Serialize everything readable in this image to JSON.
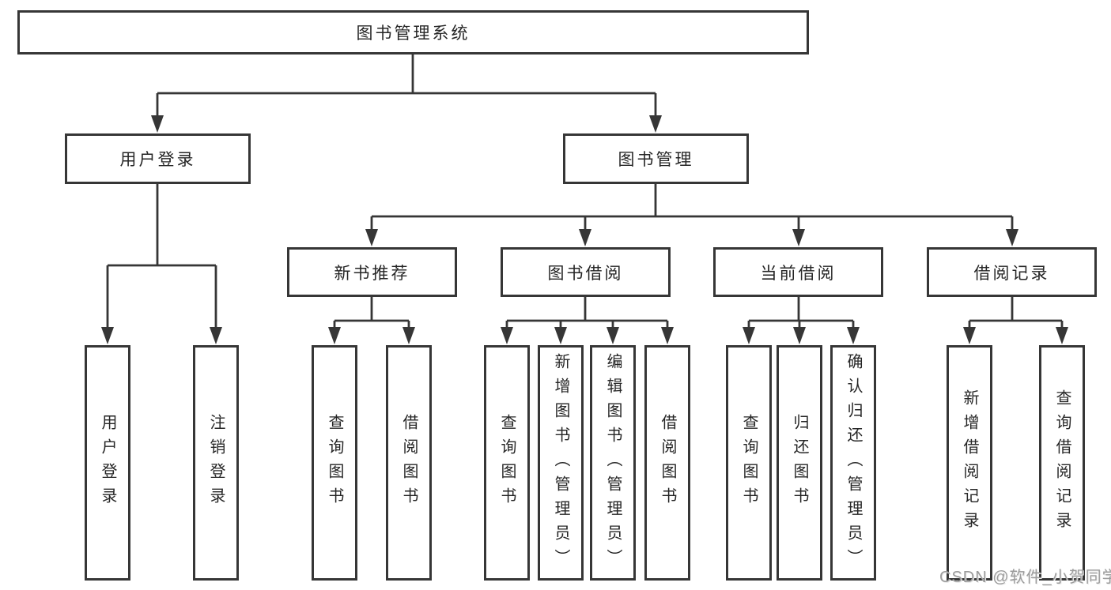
{
  "root": {
    "label": "图书管理系统"
  },
  "level2": {
    "user_login": {
      "label": "用户登录",
      "children": {
        "login": "用户登录",
        "logout": "注销登录"
      }
    },
    "book_management": {
      "label": "图书管理",
      "sections": {
        "new_book_recommend": {
          "label": "新书推荐",
          "children": {
            "query": "查询图书",
            "borrow": "借阅图书"
          }
        },
        "book_borrowing": {
          "label": "图书借阅",
          "children": {
            "query": "查询图书",
            "add": "新增图书（管理员）",
            "edit": "编辑图书（管理员）",
            "borrow": "借阅图书"
          }
        },
        "current_borrowing": {
          "label": "当前借阅",
          "children": {
            "query": "查询图书",
            "return": "归还图书",
            "confirm": "确认归还（管理员）"
          }
        },
        "borrowing_records": {
          "label": "借阅记录",
          "children": {
            "add": "新增借阅记录",
            "query": "查询借阅记录"
          }
        }
      }
    }
  },
  "watermark": "CSDN @软件_小贺同学",
  "colors": {
    "line": "#363636",
    "text": "#262626",
    "watermark_text": "#9c9c9c",
    "background": "#ffffff"
  }
}
